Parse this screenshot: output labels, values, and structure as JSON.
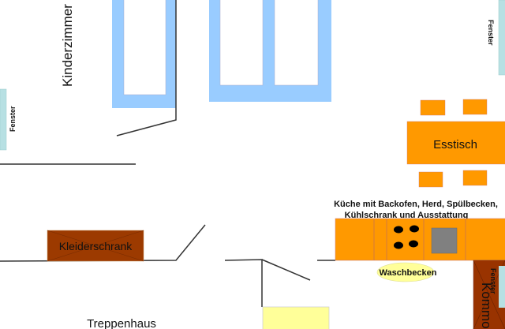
{
  "rooms": {
    "kinderzimmer": "Kinderzimmer",
    "treppenhaus": "Treppenhaus"
  },
  "furniture": {
    "esstisch": "Esstisch",
    "kleiderschrank": "Kleiderschrank",
    "waschbecken": "Waschbecken",
    "kommode": "Kommo",
    "kitchen_line1": "Küche mit Backofen, Herd, Spülbecken,",
    "kitchen_line2": "Kühlschrank und Ausstattung"
  },
  "windows": {
    "left": "Fenster",
    "top_right": "Fenster",
    "bottom_right": "Fenster"
  },
  "colors": {
    "bed_frame": "#99ccff",
    "window": "#b7e0e3",
    "orange": "#ff9900",
    "brown": "#993300",
    "yellow": "#ffff99",
    "stove_grey": "#808080"
  }
}
